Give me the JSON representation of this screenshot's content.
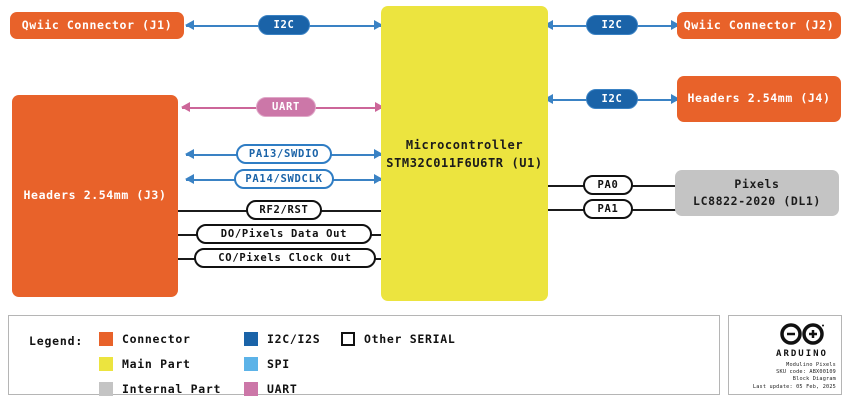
{
  "diagram": {
    "title": "Modulino Pixels Block Diagram",
    "blocks": [
      {
        "id": "j1",
        "label": "Qwiic Connector (J1)",
        "kind": "connector"
      },
      {
        "id": "j3",
        "label": "Headers 2.54mm (J3)",
        "kind": "connector"
      },
      {
        "id": "u1",
        "label_line1": "Microcontroller",
        "label_line2": "STM32C011F6U6TR (U1)",
        "kind": "main-part"
      },
      {
        "id": "j2",
        "label": "Qwiic Connector (J2)",
        "kind": "connector"
      },
      {
        "id": "j4",
        "label": "Headers 2.54mm (J4)",
        "kind": "connector"
      },
      {
        "id": "dl1",
        "label_line1": "Pixels",
        "label_line2": "LC8822-2020 (DL1)",
        "kind": "internal-part"
      }
    ],
    "signals": [
      {
        "id": "sig-i2c-j1",
        "label": "I2C",
        "bus": "i2c",
        "from": "j1",
        "to": "u1"
      },
      {
        "id": "sig-i2c-j2",
        "label": "I2C",
        "bus": "i2c",
        "from": "u1",
        "to": "j2"
      },
      {
        "id": "sig-i2c-j4",
        "label": "I2C",
        "bus": "i2c",
        "from": "u1",
        "to": "j4"
      },
      {
        "id": "sig-uart",
        "label": "UART",
        "bus": "uart",
        "from": "j3",
        "to": "u1"
      },
      {
        "id": "sig-swdio",
        "label": "PA13/SWDIO",
        "bus": "swd",
        "from": "j3",
        "to": "u1"
      },
      {
        "id": "sig-swdclk",
        "label": "PA14/SWDCLK",
        "bus": "swd",
        "from": "j3",
        "to": "u1"
      },
      {
        "id": "sig-rst",
        "label": "RF2/RST",
        "bus": "other",
        "from": "j3",
        "to": "u1"
      },
      {
        "id": "sig-do",
        "label": "DO/Pixels Data Out",
        "bus": "other",
        "from": "j3",
        "to": "u1"
      },
      {
        "id": "sig-co",
        "label": "CO/Pixels Clock Out",
        "bus": "other",
        "from": "j3",
        "to": "u1"
      },
      {
        "id": "sig-pa0",
        "label": "PA0",
        "bus": "other",
        "from": "u1",
        "to": "dl1"
      },
      {
        "id": "sig-pa1",
        "label": "PA1",
        "bus": "other",
        "from": "u1",
        "to": "dl1"
      }
    ]
  },
  "legend": {
    "title": "Legend:",
    "items": [
      {
        "label": "Connector",
        "color": "#e8622a",
        "style": "filled"
      },
      {
        "label": "Main Part",
        "color": "#ece43f",
        "style": "filled"
      },
      {
        "label": "Internal Part",
        "color": "#c4c4c4",
        "style": "filled"
      },
      {
        "label": "I2C/I2S",
        "color": "#1a63a8",
        "style": "filled"
      },
      {
        "label": "SPI",
        "color": "#5cb3e8",
        "style": "filled"
      },
      {
        "label": "UART",
        "color": "#cc77a8",
        "style": "filled"
      },
      {
        "label": "Other SERIAL",
        "color": "#ffffff",
        "style": "hollow"
      }
    ]
  },
  "credit": {
    "brand": "ARDUINO",
    "product": "Modulino Pixels",
    "sku": "SKU code: ABX00109",
    "doc_type": "Block Diagram",
    "last_update": "Last update: 05 Feb, 2025"
  }
}
